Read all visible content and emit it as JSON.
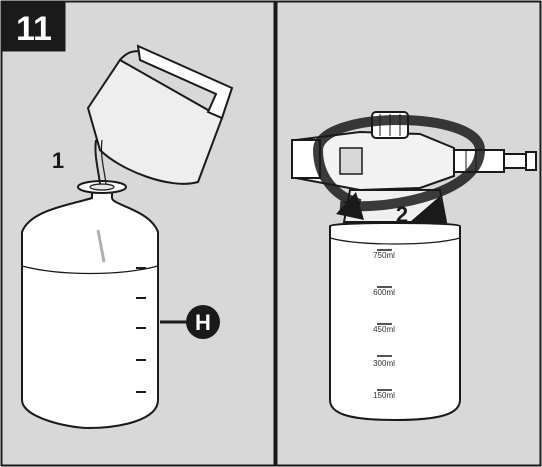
{
  "step": {
    "number": "11"
  },
  "left_panel": {
    "step_label": "1",
    "callout": "H"
  },
  "right_panel": {
    "step_label": "2",
    "graduations": [
      "750ml",
      "600ml",
      "450ml",
      "300ml",
      "150ml"
    ]
  },
  "colors": {
    "ink": "#1a1a1a",
    "panel_bg": "#d9d9d9",
    "badge_bg": "#1a1a1a",
    "badge_text": "#ffffff"
  }
}
